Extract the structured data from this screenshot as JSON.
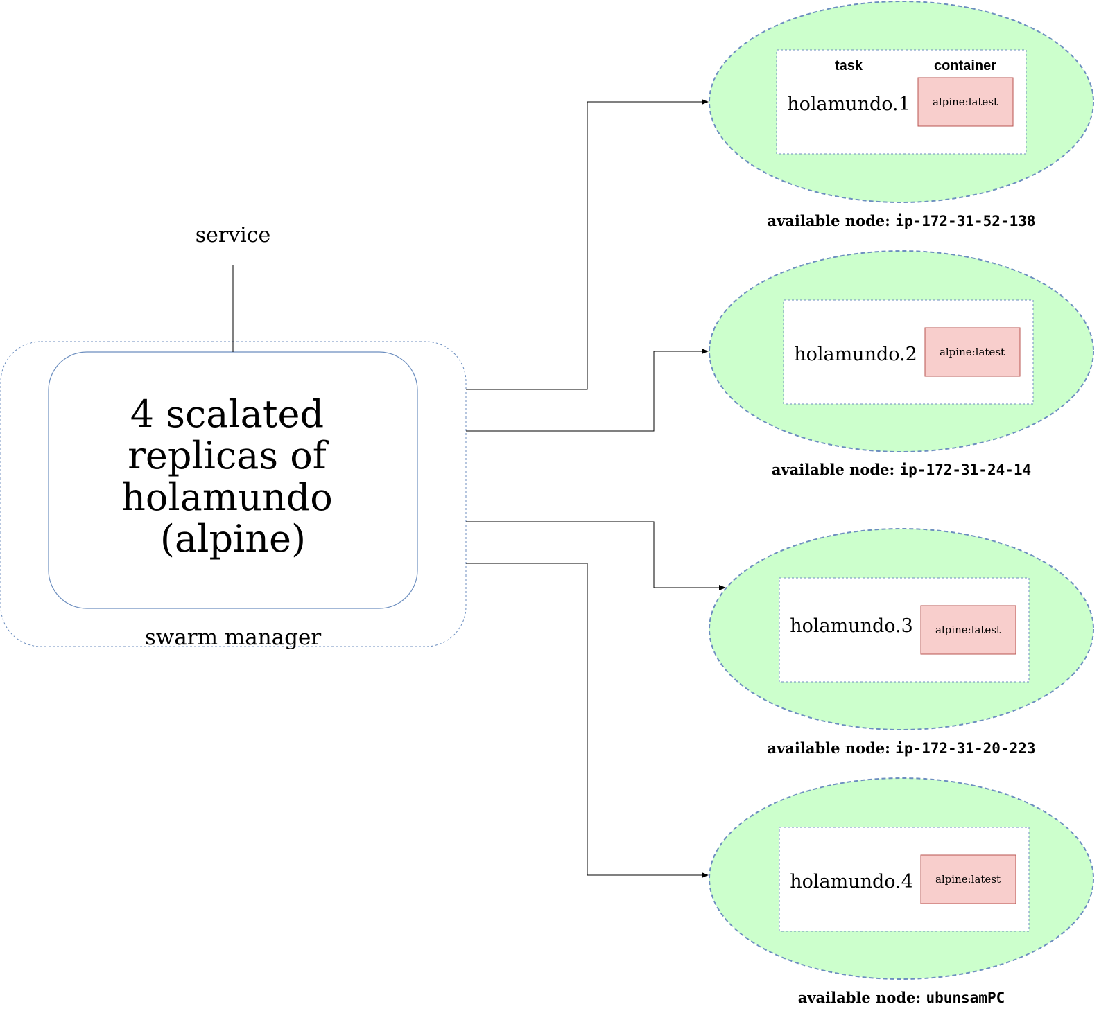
{
  "service_label": "service",
  "manager": {
    "label": "swarm manager",
    "service_text": [
      "4 scalated",
      "replicas of",
      "holamundo",
      "(alpine)"
    ]
  },
  "column_headers": {
    "task": "task",
    "container": "container"
  },
  "nodes": [
    {
      "task": "holamundo.1",
      "container": "alpine:latest",
      "node_prefix": "available node: ",
      "node_name": "ip-172-31-52-138"
    },
    {
      "task": "holamundo.2",
      "container": "alpine:latest",
      "node_prefix": "available node: ",
      "node_name": "ip-172-31-24-14"
    },
    {
      "task": "holamundo.3",
      "container": "alpine:latest",
      "node_prefix": "available node: ",
      "node_name": "ip-172-31-20-223"
    },
    {
      "task": "holamundo.4",
      "container": "alpine:latest",
      "node_prefix": "available node: ",
      "node_name": "ubunsamPC"
    }
  ],
  "colors": {
    "node_fill": "#ccffcc",
    "node_stroke": "#6c8ebf",
    "container_fill": "#f8cecc",
    "container_stroke": "#b85450",
    "line": "#000000"
  }
}
